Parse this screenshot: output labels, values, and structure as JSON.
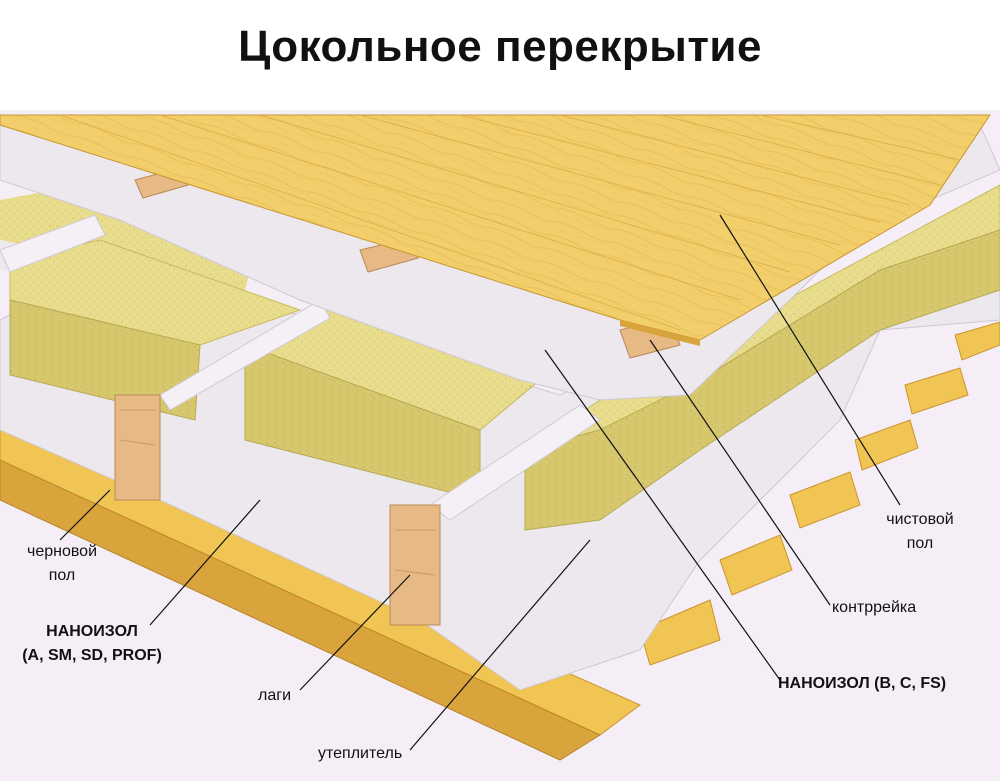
{
  "title": "Цокольное перекрытие",
  "labels": {
    "rough_floor_line1": "черновой",
    "rough_floor_line2": "пол",
    "nanoizol_a_line1": "НАНОИЗОЛ",
    "nanoizol_a_line2": "(A, SM, SD, PROF)",
    "joists": "лаги",
    "insulation": "утеплитель",
    "finish_floor_line1": "чистовой",
    "finish_floor_line2": "пол",
    "counter_batten": "контррейка",
    "nanoizol_b": "НАНОИЗОЛ (B, C, FS)"
  },
  "colors": {
    "wood_light": "#f2cf6a",
    "wood_dark": "#d9a43c",
    "insulation": "#e8dd8c",
    "insulation_side": "#d7c86e",
    "membrane": "#ece8ee",
    "joist": "#e6b985",
    "text": "#111111"
  }
}
